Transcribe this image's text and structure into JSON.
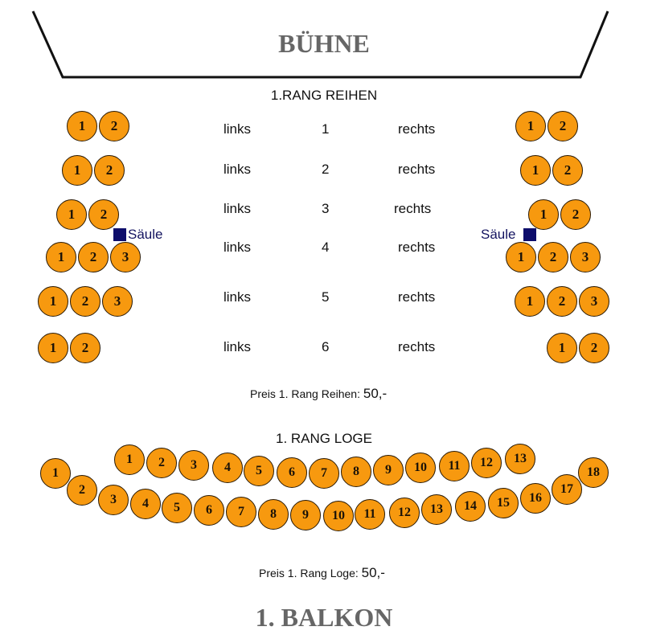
{
  "stage": {
    "label": "BÜHNE"
  },
  "rang_reihen": {
    "title": "1.RANG REIHEN",
    "rows": [
      {
        "left_label": "links",
        "number": "1",
        "right_label": "rechts",
        "left_seats": [
          "1",
          "2"
        ],
        "right_seats": [
          "1",
          "2"
        ]
      },
      {
        "left_label": "links",
        "number": "2",
        "right_label": "rechts",
        "left_seats": [
          "1",
          "2"
        ],
        "right_seats": [
          "1",
          "2"
        ]
      },
      {
        "left_label": "links",
        "number": "3",
        "right_label": "rechts",
        "left_seats": [
          "1",
          "2"
        ],
        "right_seats": [
          "1",
          "2"
        ]
      },
      {
        "left_label": "links",
        "number": "4",
        "right_label": "rechts",
        "left_seats": [
          "1",
          "2",
          "3"
        ],
        "right_seats": [
          "1",
          "2",
          "3"
        ]
      },
      {
        "left_label": "links",
        "number": "5",
        "right_label": "rechts",
        "left_seats": [
          "1",
          "2",
          "3"
        ],
        "right_seats": [
          "1",
          "2",
          "3"
        ]
      },
      {
        "left_label": "links",
        "number": "6",
        "right_label": "rechts",
        "left_seats": [
          "1",
          "2"
        ],
        "right_seats": [
          "1",
          "2"
        ]
      }
    ],
    "pillar_label": "Säule",
    "price_label": "Preis 1. Rang Reihen:",
    "price_value": "50,-"
  },
  "rang_loge": {
    "title": "1. RANG LOGE",
    "upper_row": [
      "1",
      "2",
      "3",
      "4",
      "5",
      "6",
      "7",
      "8",
      "9",
      "10",
      "11",
      "12",
      "13"
    ],
    "lower_row": [
      "1",
      "2",
      "3",
      "4",
      "5",
      "6",
      "7",
      "8",
      "9",
      "10",
      "11",
      "12",
      "13",
      "14",
      "15",
      "16",
      "17",
      "18"
    ],
    "price_label": "Preis 1. Rang Loge:",
    "price_value": "50,-"
  },
  "balcony": {
    "label": "1. BALKON"
  },
  "colors": {
    "seat_fill": "#f7990f",
    "pillar": "#0d0d6b",
    "heading_gray": "#666666"
  }
}
